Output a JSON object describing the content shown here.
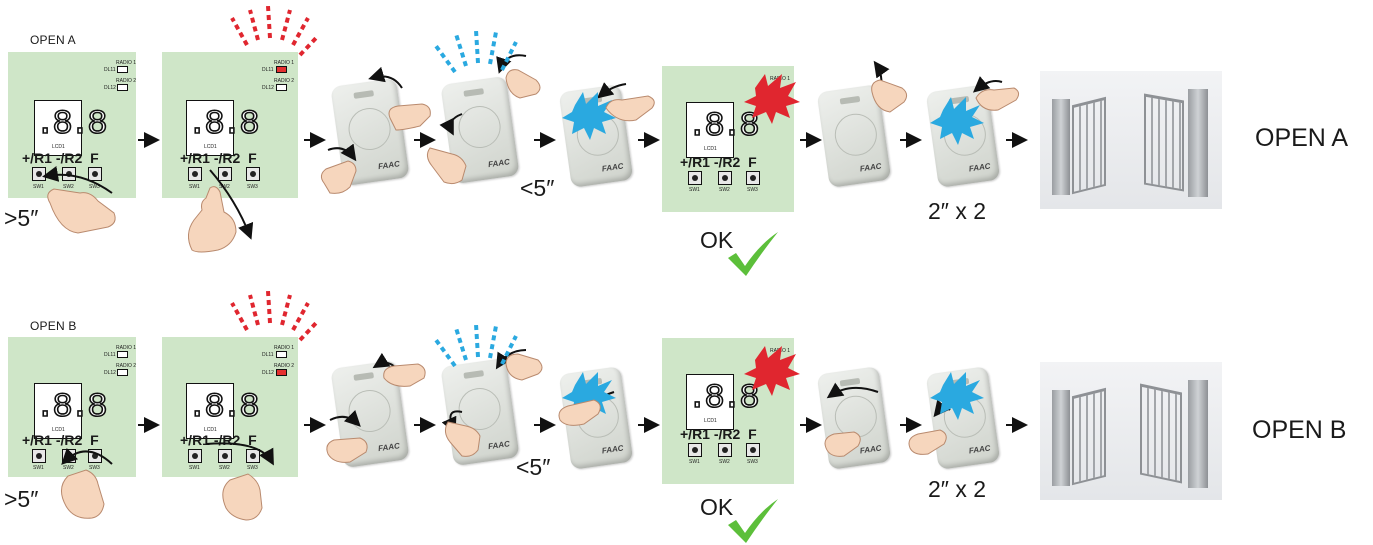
{
  "rows": [
    {
      "mode_label": "OPEN A",
      "hold_time": ">5″",
      "remote_time": "<5″",
      "ok_label": "OK",
      "repeat_label": "2″ x 2",
      "result_label": "OPEN A",
      "button_pressed": "+/R1",
      "led_lit": "DL11"
    },
    {
      "mode_label": "OPEN B",
      "hold_time": ">5″",
      "remote_time": "<5″",
      "ok_label": "OK",
      "repeat_label": "2″ x 2",
      "result_label": "OPEN B",
      "button_pressed": "-/R2",
      "led_lit": "DL12"
    }
  ],
  "panel": {
    "display": ".8.8",
    "display_name": "LCD1",
    "buttons": [
      "+/R1",
      "-/R2",
      "F"
    ],
    "switches": [
      "SW1",
      "SW2",
      "SW3"
    ],
    "leds": [
      "DL11",
      "DL12"
    ],
    "radio_labels": [
      "RADIO 1",
      "RADIO 2"
    ]
  },
  "remote": {
    "brand": "FAAC"
  },
  "colors": {
    "panel_green": "#cfe6c8",
    "signal_red": "#e0262f",
    "signal_blue": "#2aa9e0",
    "check_green": "#5cbf3a",
    "arrow": "#111111"
  },
  "icons": [
    "hand-press-icon",
    "curved-arrow-icon",
    "flow-arrow-icon",
    "signal-waves-icon",
    "flash-burst-icon",
    "checkmark-icon",
    "gate-open-icon"
  ]
}
